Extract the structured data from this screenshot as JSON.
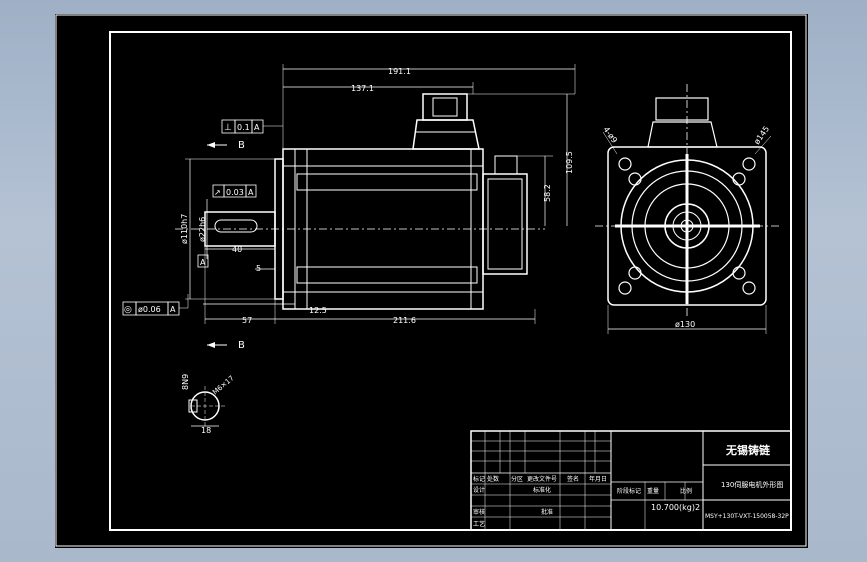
{
  "drawing": {
    "dims": {
      "overall_length": "191.1",
      "length_to_connector": "137.1",
      "connector_height": "109.5",
      "box_height": "58.2",
      "shaft_length": "40",
      "key_offset": "5",
      "shaft_extension": "57",
      "flange_thickness": "12.5",
      "body_length": "211.6",
      "pilot_diameter": "ø110h7",
      "shaft_diameter": "ø22h6",
      "flange_square": "ø130",
      "bolt_circle": "ø145",
      "holes": "4-ø9",
      "key_width": "8N9",
      "thread": "M6×17",
      "shaft_key_dim": "18"
    },
    "tolerances": {
      "perpendicularity_symbol": "⊥",
      "perpendicularity_value": "0.1",
      "perpendicularity_datum": "A",
      "runout_symbol": "↗",
      "runout_value": "0.03",
      "runout_datum": "A",
      "concentricity_symbol": "◎",
      "concentricity_value": "ø0.06",
      "concentricity_datum": "A",
      "datum_label": "A"
    },
    "section_label_top": "B",
    "section_label_bottom": "B"
  },
  "title_block": {
    "title": "无锡铸链",
    "drawing_name": "130伺服电机外形图",
    "drawing_number": "MSY+130T-VXT-150058-32P",
    "scale": "10.700(kg)2",
    "header_row": [
      "标记",
      "处数",
      "分区",
      "更改文件号",
      "签名",
      "年月日"
    ],
    "left_col": [
      "设计",
      "审核",
      "工艺"
    ],
    "mid_labels": [
      "标准化",
      "批准"
    ],
    "stage_labels": [
      "阶段标记",
      "重量",
      "比例"
    ]
  }
}
